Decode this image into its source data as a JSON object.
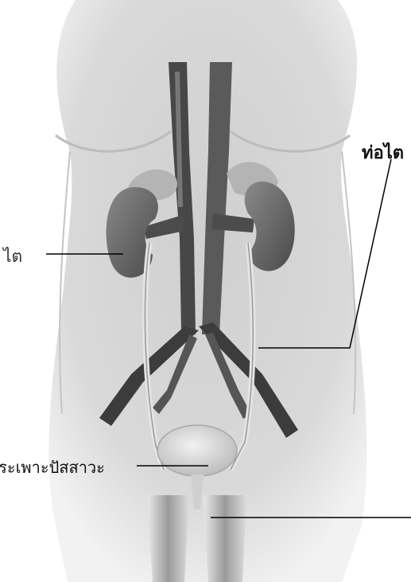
{
  "labels": {
    "kidney": "ไต",
    "ureter": "ท่อไต",
    "bladder": "กระเพาะปัสสาวะ",
    "urethra": ""
  },
  "colors": {
    "background": "#ffffff",
    "torso": "#d7d7d7",
    "kidney": "#5e5e5e",
    "vessel_dark": "#3c3c3c",
    "vessel_light": "#e4e4e4",
    "bladder": "#dcdcdc",
    "leader_line": "#000000"
  }
}
